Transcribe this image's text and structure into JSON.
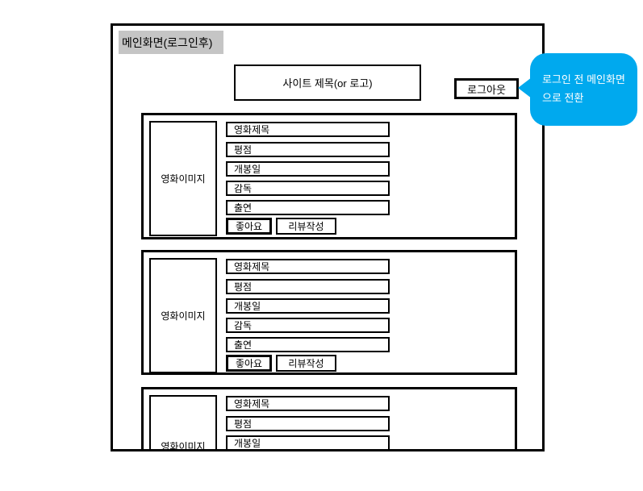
{
  "screen": {
    "label": "메인화면(로그인후)"
  },
  "header": {
    "site_title": "사이트 제목(or 로고)",
    "logout_label": "로그아웃"
  },
  "callout": {
    "line1": "로그인 전 메인화면",
    "line2": "으로 전환",
    "color": "#00A9EE",
    "text_color": "#FFFFFF"
  },
  "colors": {
    "screen_label_bg": "#C5C5C5",
    "border": "#000000"
  },
  "cards": [
    {
      "image_label": "영화이미지",
      "fields": [
        "영화제목",
        "평점",
        "개봉일",
        "감독",
        "출연"
      ],
      "like_label": "좋아요",
      "review_label": "리뷰작성"
    },
    {
      "image_label": "영화이미지",
      "fields": [
        "영화제목",
        "평점",
        "개봉일",
        "감독",
        "출연"
      ],
      "like_label": "좋아요",
      "review_label": "리뷰작성"
    },
    {
      "image_label": "영화이미지",
      "fields": [
        "영화제목",
        "평점",
        "개봉일"
      ]
    }
  ]
}
